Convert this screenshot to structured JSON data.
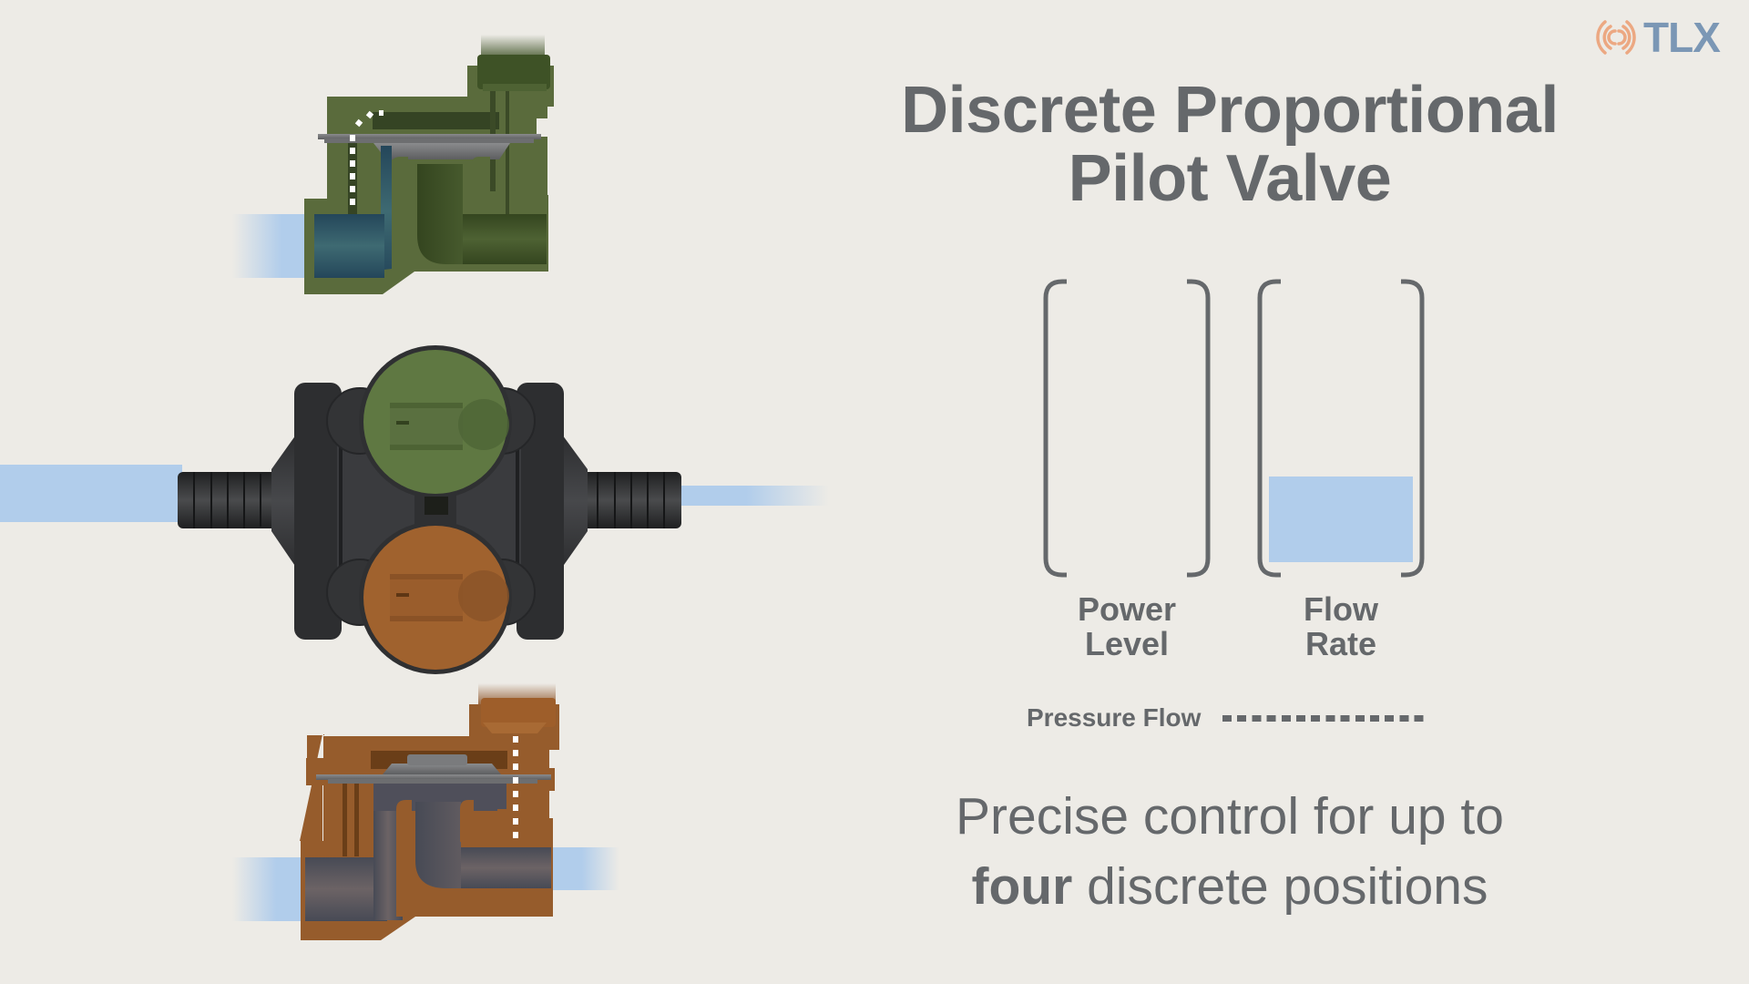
{
  "brand": {
    "logo_text": "TLX",
    "logo_icon": "signal-waves-icon",
    "colors": {
      "icon": "#eca882",
      "text": "#7b97b5"
    }
  },
  "title": {
    "line1": "Discrete Proportional",
    "line2": "Pilot Valve"
  },
  "gauges": [
    {
      "label_line1": "Power",
      "label_line2": "Level",
      "fill_percent": 0,
      "fill_color": "#b1cdeb"
    },
    {
      "label_line1": "Flow",
      "label_line2": "Rate",
      "fill_percent": 30,
      "fill_color": "#b1cdeb"
    }
  ],
  "legend": {
    "label": "Pressure Flow",
    "line_style": "dashed"
  },
  "caption": {
    "line1": "Precise control for up to",
    "line2_bold": "four",
    "line2_rest": " discrete positions"
  },
  "illustration": {
    "top_valve": {
      "color": "#5a6b3c",
      "label": "green-pilot-valve-cross-section"
    },
    "center_valve": {
      "body_color": "#2e2f31",
      "top_cap_color": "#5f7842",
      "bottom_cap_color": "#a0622e"
    },
    "bottom_valve": {
      "color": "#965c2c",
      "label": "orange-pilot-valve-cross-section"
    },
    "water_color": "#b1cdeb"
  },
  "colors": {
    "background": "#edebe6",
    "text": "#65686b"
  }
}
